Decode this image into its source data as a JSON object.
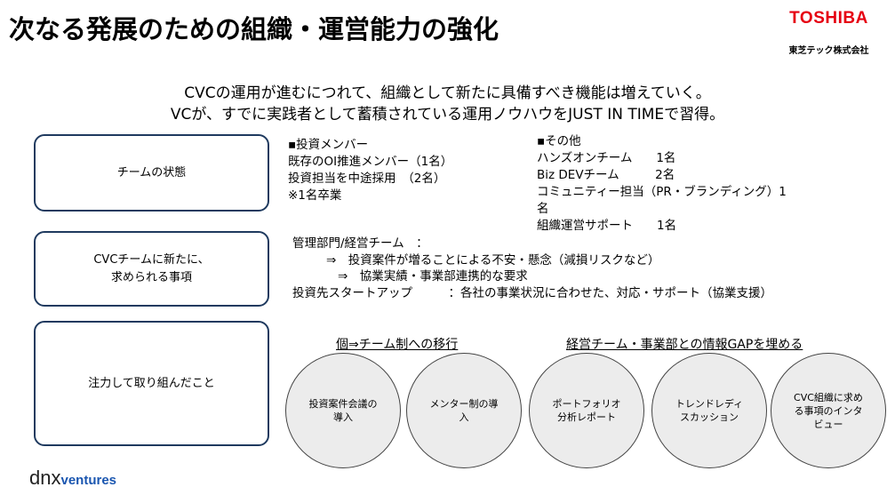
{
  "title": "次なる発展のための組織・運営能力の強化",
  "brand": {
    "logo": "TOSHIBA",
    "company": "東芝テック株式会社"
  },
  "lead": {
    "line1": "CVCの運用が進むにつれて、組織として新たに具備すべき機能は増えていく。",
    "line2": "VCが、すでに実践者として蓄積されている運用ノウハウをJUST IN TIMEで習得。"
  },
  "rows": {
    "team_state": {
      "label": "チームの状態",
      "members_heading": "▪投資メンバー",
      "members": [
        "既存のOI推進メンバー（1名）",
        "投資担当を中途採用　（2名）",
        "※1名卒業"
      ],
      "others_heading": "▪その他",
      "others": [
        "ハンズオンチーム　　1名",
        "Biz DEVチーム　　　2名",
        "コミュニティー担当（PR・ブランディング）1",
        "名",
        "組織運営サポート　　1名"
      ]
    },
    "requirements": {
      "label_line1": "CVCチームに新たに、",
      "label_line2": "求められる事項",
      "lines": [
        "管理部門/経営チーム　：",
        "⇒　投資案件が増ることによる不安・懸念（減損リスクなど）",
        "⇒　協業実績・事業部連携的な要求",
        "投資先スタートアップ　　　：各社の事業状況に合わせた、対応・サポート（協業支援）"
      ]
    },
    "focus": {
      "label": "注力して取り組んだこと",
      "group1_heading": "個⇒チーム制への移行",
      "group2_heading": "経営チーム・事業部との情報GAPを埋める",
      "circles": [
        "投資案件会議の導入",
        "メンター制の導入",
        "ポートフォリオ分析レポート",
        "トレンドレディスカッション",
        "CVC組織に求める事項のインタビュー"
      ]
    }
  },
  "footer": {
    "logo_dnx": "dnx",
    "logo_ventures": "ventures"
  },
  "colors": {
    "brand_red": "#e60012",
    "box_border": "#1f3a5f",
    "circle_fill": "#ececec",
    "ventures_blue": "#1a56b0"
  }
}
